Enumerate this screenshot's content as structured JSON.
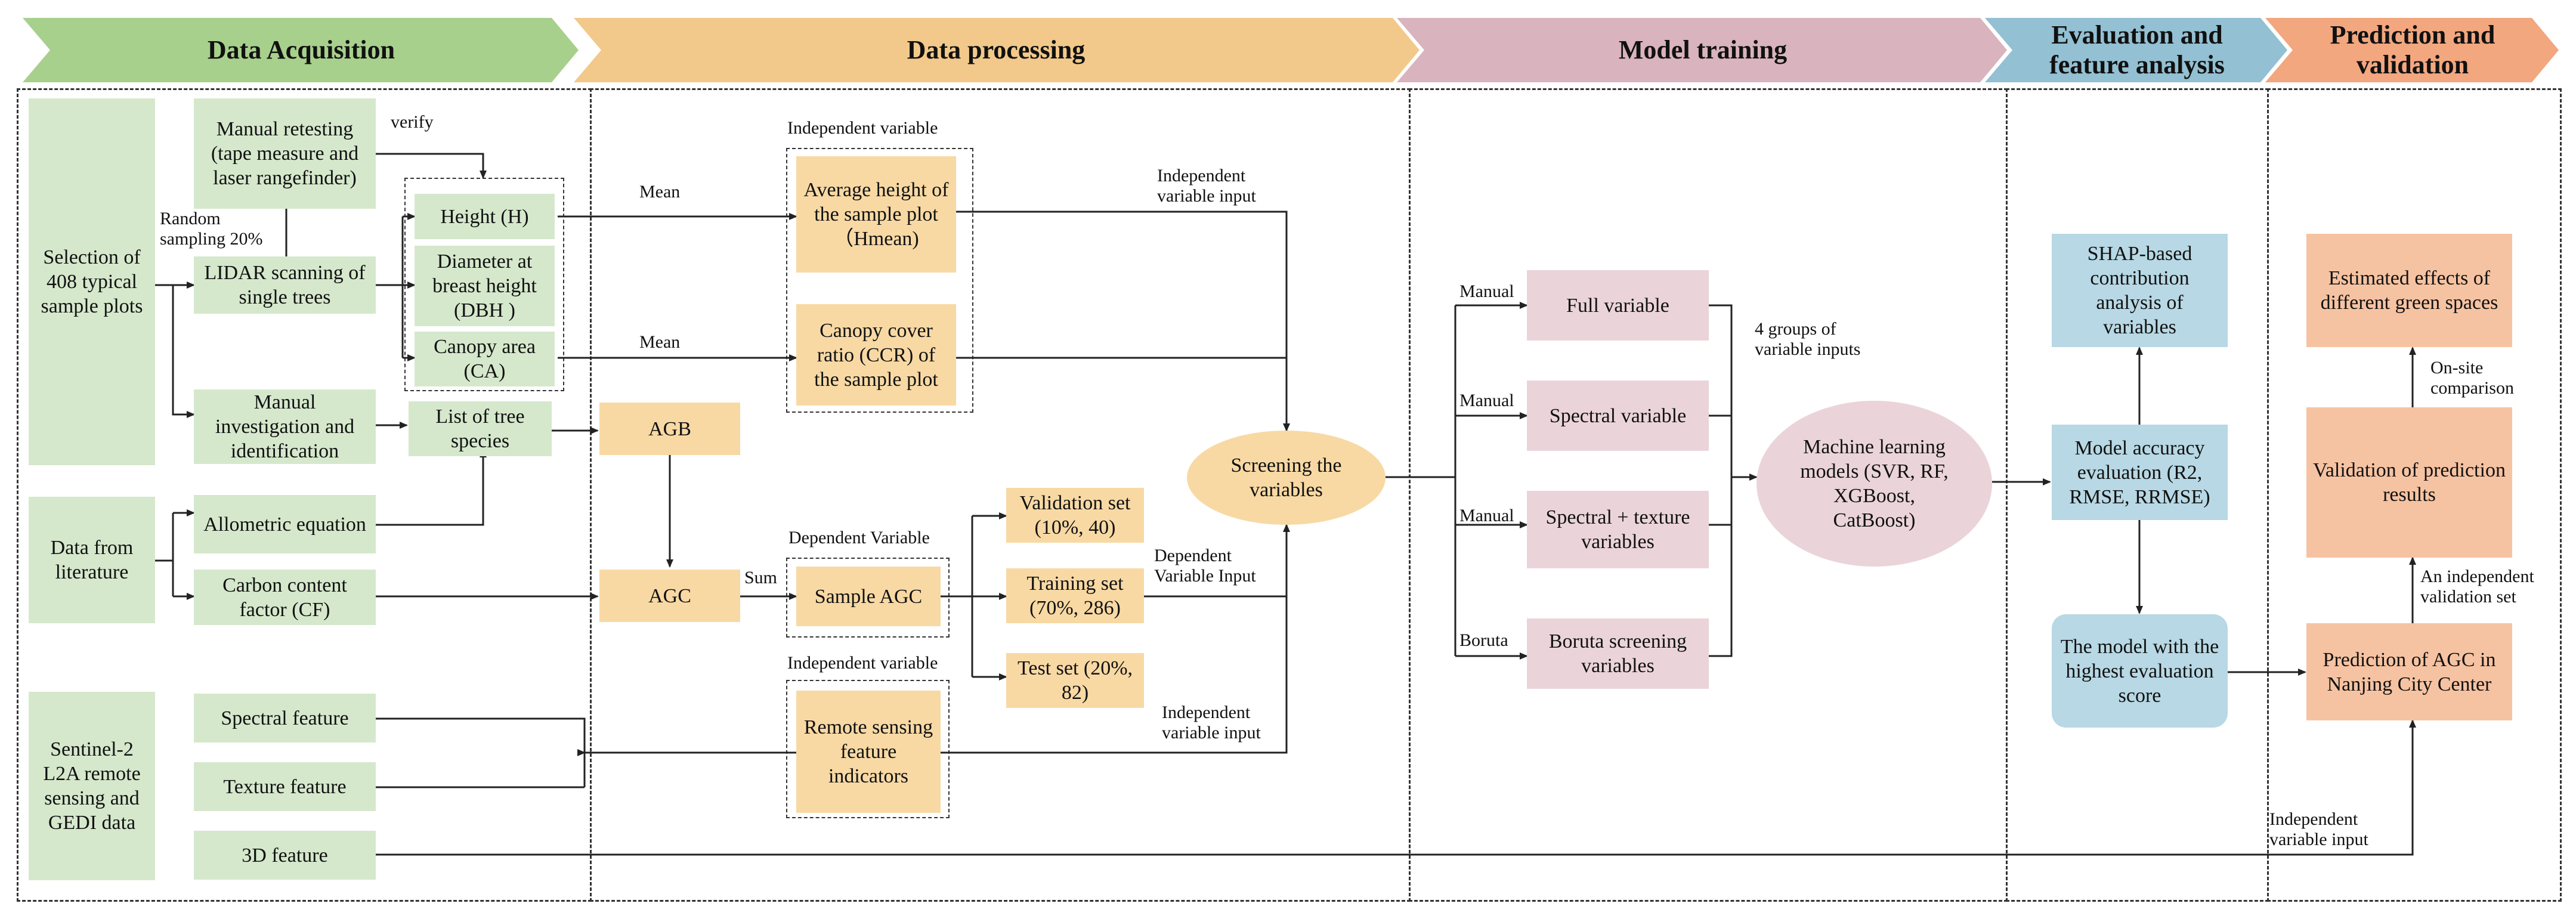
{
  "colors": {
    "acquisition": "#a8d08d",
    "processing": "#f2c98a",
    "training": "#d9b3bd",
    "evaluation": "#93c0d2",
    "prediction": "#f2a77f"
  },
  "headers": {
    "acquisition": "Data Acquisition",
    "processing": "Data processing",
    "training": "Model training",
    "evaluation": "Evaluation and feature analysis",
    "prediction": "Prediction and validation"
  },
  "acquisition": {
    "selection": "Selection of 408 typical sample plots",
    "manual_retest": "Manual retesting (tape measure and laser rangefinder)",
    "lidar": "LIDAR scanning of single trees",
    "height": "Height (H)",
    "dbh": "Diameter at breast height (DBH )",
    "canopy": "Canopy area (CA)",
    "manual_invest": "Manual investigation and identification",
    "tree_list": "List of tree species",
    "literature": "Data from literature",
    "allometric": "Allometric equation",
    "carbon": "Carbon content factor (CF)",
    "sentinel": "Sentinel-2 L2A remote sensing and GEDI data",
    "spectral": "Spectral feature",
    "texture": "Texture feature",
    "feature3d": "3D feature"
  },
  "processing": {
    "avg_height": "Average height of the sample plot （Hmean)",
    "ccr": "Canopy cover ratio (CCR) of the sample plot",
    "agb": "AGB",
    "agc": "AGC",
    "sample_agc": "Sample AGC",
    "validation_set": "Validation set (10%, 40)",
    "training_set": "Training set (70%, 286)",
    "test_set": "Test set (20%, 82)",
    "rs_features": "Remote sensing feature indicators",
    "screening": "Screening the variables"
  },
  "training": {
    "full": "Full variable",
    "spectral": "Spectral variable",
    "spec_tex": "Spectral + texture variables",
    "boruta": "Boruta screening variables",
    "ml": "Machine learning models (SVR, RF, XGBoost, CatBoost)"
  },
  "evaluation": {
    "shap": "SHAP-based contribution analysis of variables",
    "accuracy": "Model accuracy evaluation (R2, RMSE, RRMSE)",
    "best": "The model with the highest evaluation score"
  },
  "prediction": {
    "effects": "Estimated effects of different green spaces",
    "validation": "Validation of prediction results",
    "agc_nanjing": "Prediction of AGC in Nanjing City Center"
  },
  "labels": {
    "verify": "verify",
    "random_sampling": "Random sampling 20%",
    "indep_var": "Independent variable",
    "dep_var": "Dependent Variable",
    "indep_var2": "Independent variable",
    "mean1": "Mean",
    "mean2": "Mean",
    "sum": "Sum",
    "indep_input1": "Independent variable input",
    "dep_input": "Dependent Variable Input",
    "indep_input2": "Independent variable input",
    "manual1": "Manual",
    "manual2": "Manual",
    "manual3": "Manual",
    "boruta": "Boruta",
    "four_groups": "4 groups of variable inputs",
    "onsite": "On-site comparison",
    "indep_validation": "An independent validation set",
    "indep_input3": "Independent variable input"
  }
}
